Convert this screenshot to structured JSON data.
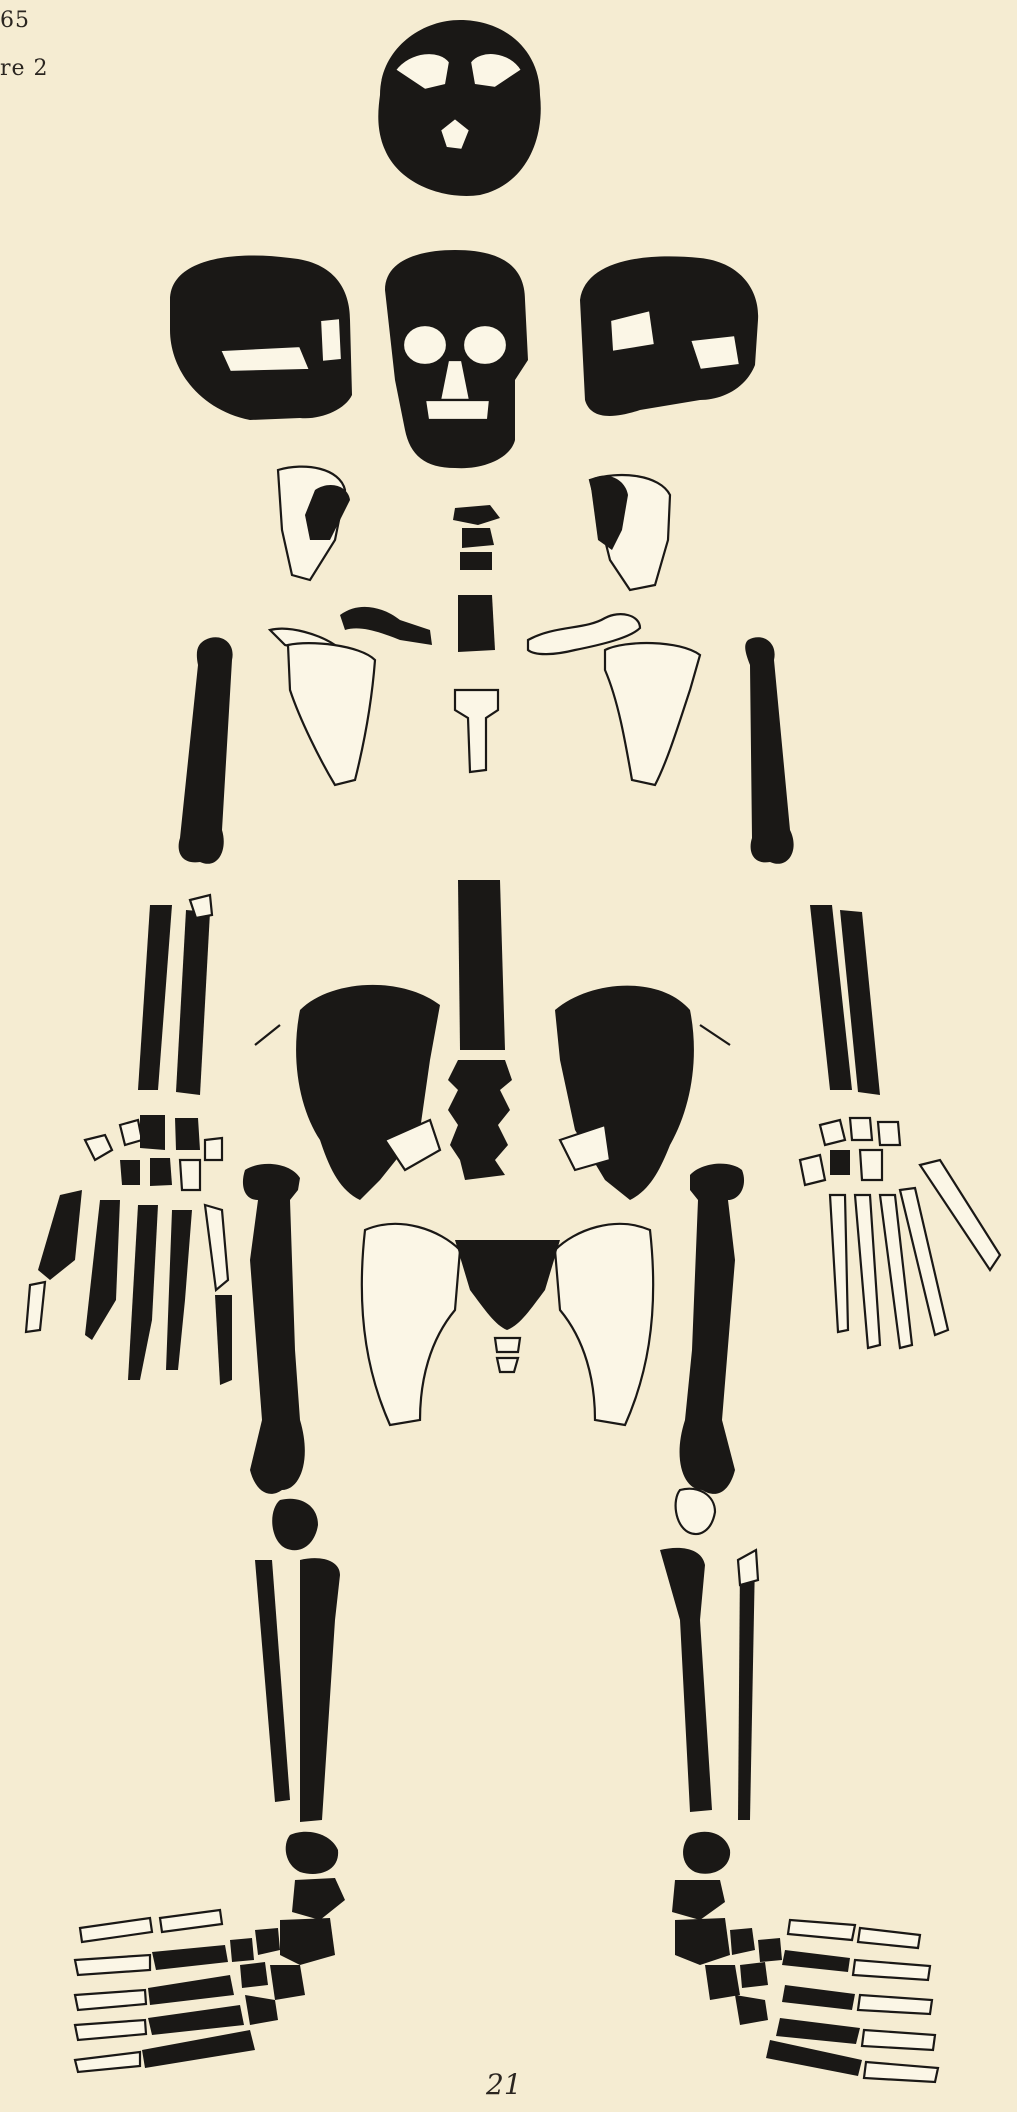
{
  "page": {
    "corner_line_1": "65",
    "corner_line_2": "re 2",
    "page_number": "21"
  },
  "colors": {
    "paper": "#f5ecd2",
    "bone_present": "#1a1816",
    "bone_missing": "#fbf6e6"
  }
}
